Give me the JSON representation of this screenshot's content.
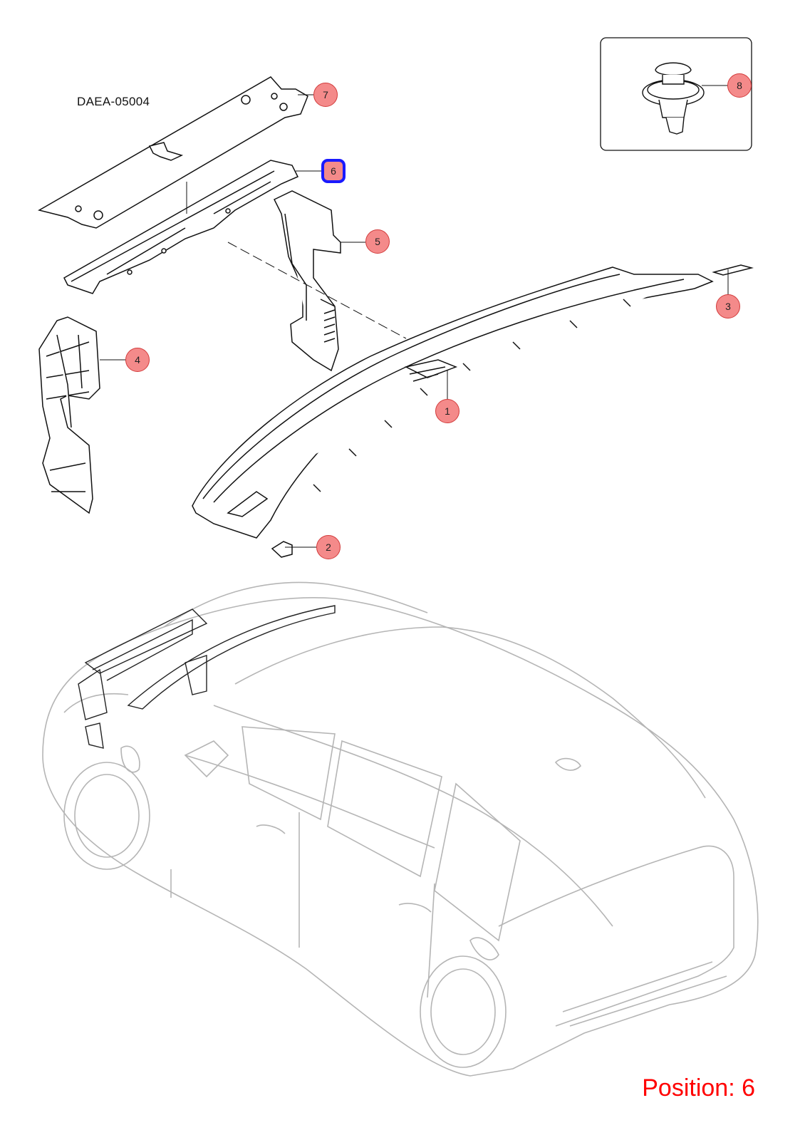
{
  "diagram_code": "DAEA-05004",
  "position_label": "Position: 6",
  "selected_position": "6",
  "colors": {
    "callout_fill": "#f48a8a",
    "callout_border": "#d23b3b",
    "selected_outline": "#1a1aff",
    "position_text": "#ff0000",
    "car_outline": "#b5b5b5",
    "part_outline": "#111111"
  },
  "callouts": [
    {
      "id": "1",
      "label": "1"
    },
    {
      "id": "2",
      "label": "2"
    },
    {
      "id": "3",
      "label": "3"
    },
    {
      "id": "4",
      "label": "4"
    },
    {
      "id": "5",
      "label": "5"
    },
    {
      "id": "6",
      "label": "6"
    },
    {
      "id": "7",
      "label": "7"
    },
    {
      "id": "8",
      "label": "8"
    }
  ]
}
